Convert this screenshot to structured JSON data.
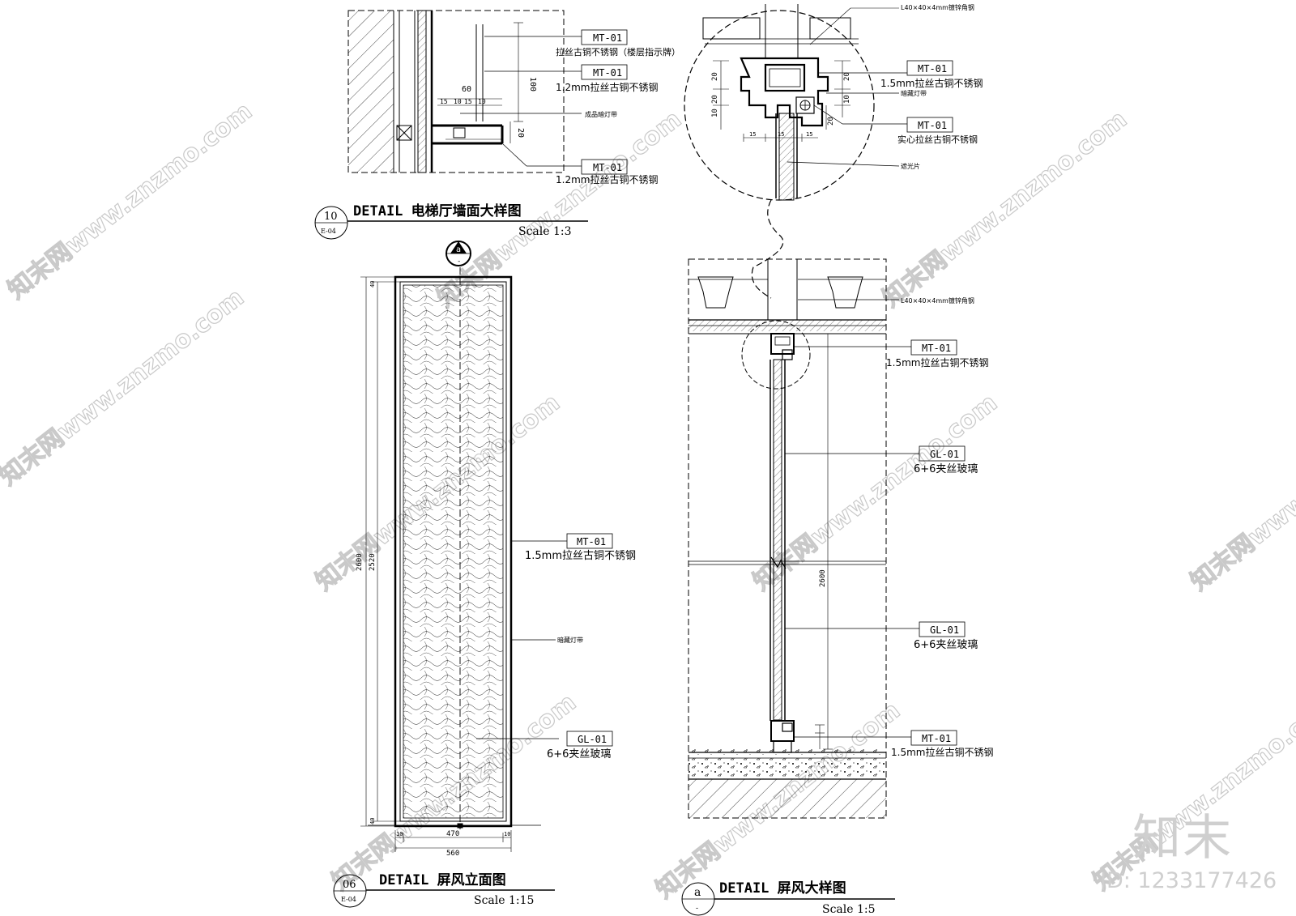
{
  "sheet": {
    "watermark": "知末网www.znzmo.com",
    "logo": "知末",
    "id_label": "ID: 1233177426",
    "line_color": "#000000",
    "watermark_color": "#c9c9c9"
  },
  "detail10": {
    "number": "10",
    "sheet_ref": "E-04",
    "title": "DETAIL  电梯厅墙面大样图",
    "scale": "Scale 1:3",
    "dims": [
      "100",
      "60",
      "15",
      "10",
      "15",
      "10",
      "20"
    ],
    "callouts": [
      {
        "code": "MT-01",
        "desc": "拉丝古铜不锈钢（楼层指示牌）"
      },
      {
        "code": "MT-01",
        "desc": "1.2mm拉丝古铜不锈钢"
      },
      {
        "code": "MT-01",
        "desc": "1.2mm拉丝古铜不锈钢"
      }
    ],
    "note": "成品暗灯带"
  },
  "detail06": {
    "number": "06",
    "sheet_ref": "E-04",
    "title": "DETAIL  屏风立面图",
    "scale": "Scale 1:15",
    "section_mark": "a",
    "section_sub": "-",
    "dims": {
      "overall_height": "2600",
      "inner_height": "2520",
      "top": "40",
      "bottom": "40",
      "inner_width": "470",
      "overall_width": "560",
      "side_left": "10",
      "side_right": "10"
    },
    "callouts": [
      {
        "code": "MT-01",
        "desc": "1.5mm拉丝古铜不锈钢"
      },
      {
        "code": "GL-01",
        "desc": "6+6夹丝玻璃"
      }
    ],
    "note": "暗藏灯带"
  },
  "detailA": {
    "number": "a",
    "sheet_ref": "-",
    "title": "DETAIL  屏风大样图",
    "scale": "Scale 1:5",
    "angle_note": "L40×40×4mm镀锌角钢",
    "height_dim": "2600",
    "callouts": [
      {
        "code": "MT-01",
        "desc": "1.5mm拉丝古铜不锈钢"
      },
      {
        "code": "GL-01",
        "desc": "6+6夹丝玻璃"
      },
      {
        "code": "GL-01",
        "desc": "6+6夹丝玻璃"
      },
      {
        "code": "MT-01",
        "desc": "1.5mm拉丝古铜不锈钢"
      }
    ]
  },
  "enlarged": {
    "angle_note": "L40×40×4mm镀锌角钢",
    "note_light": "暗藏灯带",
    "note_film": "遮光片",
    "dims": [
      "20",
      "20",
      "10",
      "20",
      "10",
      "20",
      "15",
      "15",
      "15"
    ],
    "callouts": [
      {
        "code": "MT-01",
        "desc": "1.5mm拉丝古铜不锈钢"
      },
      {
        "code": "MT-01",
        "desc": "实心拉丝古铜不锈钢"
      }
    ]
  }
}
